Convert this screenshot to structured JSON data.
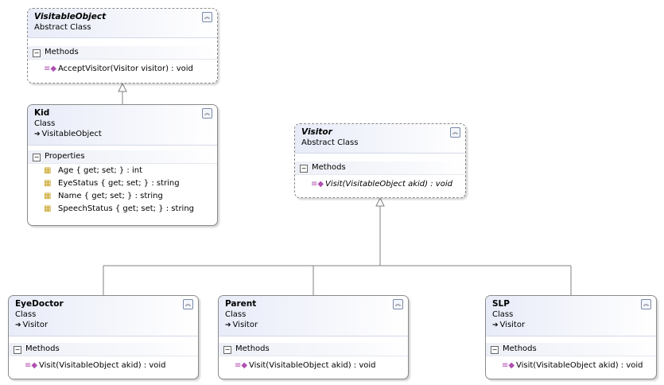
{
  "classes": {
    "visitable": {
      "name": "VisitableObject",
      "kind": "Abstract Class",
      "section": "Methods",
      "members": [
        "AcceptVisitor(Visitor visitor) : void"
      ]
    },
    "kid": {
      "name": "Kid",
      "kind": "Class",
      "parent": "VisitableObject",
      "section": "Properties",
      "members": [
        "Age { get; set; } : int",
        "EyeStatus { get; set; } : string",
        "Name { get; set; } : string",
        "SpeechStatus { get; set; } : string"
      ]
    },
    "visitor": {
      "name": "Visitor",
      "kind": "Abstract Class",
      "section": "Methods",
      "members": [
        "Visit(VisitableObject akid) : void"
      ]
    },
    "eyedoctor": {
      "name": "EyeDoctor",
      "kind": "Class",
      "parent": "Visitor",
      "section": "Methods",
      "members": [
        "Visit(VisitableObject akid) : void"
      ]
    },
    "parentclass": {
      "name": "Parent",
      "kind": "Class",
      "parent": "Visitor",
      "section": "Methods",
      "members": [
        "Visit(VisitableObject akid) : void"
      ]
    },
    "slp": {
      "name": "SLP",
      "kind": "Class",
      "parent": "Visitor",
      "section": "Methods",
      "members": [
        "Visit(VisitableObject akid) : void"
      ]
    }
  },
  "icons": {
    "collapse": "double-chevron-up-icon",
    "section_toggle": "minus-box-icon",
    "method": "method-icon",
    "property": "property-icon",
    "inherits": "inherit-arrow-icon"
  }
}
